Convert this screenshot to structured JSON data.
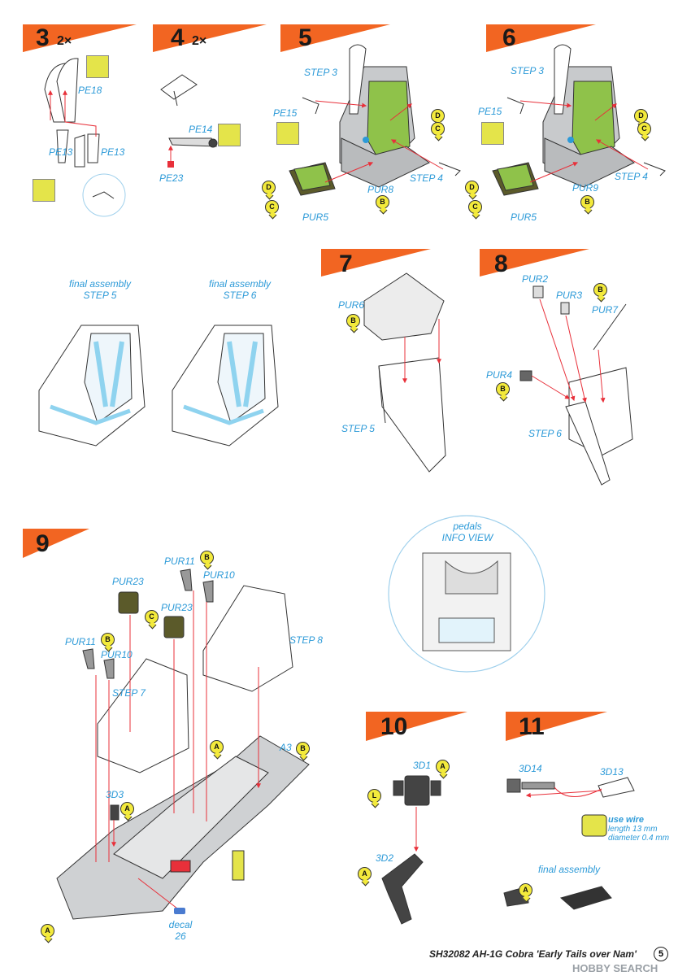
{
  "steps": {
    "s3": {
      "number": "3",
      "mult": "2×"
    },
    "s4": {
      "number": "4",
      "mult": "2×"
    },
    "s5": {
      "number": "5"
    },
    "s6": {
      "number": "6"
    },
    "s7": {
      "number": "7"
    },
    "s8": {
      "number": "8"
    },
    "s9": {
      "number": "9"
    },
    "s10": {
      "number": "10"
    },
    "s11": {
      "number": "11"
    }
  },
  "labels": {
    "pe18": "PE18",
    "pe13a": "PE13",
    "pe13b": "PE13",
    "pe14": "PE14",
    "pe23": "PE23",
    "s5_step3": "STEP 3",
    "s5_pe15": "PE15",
    "s5_step4": "STEP 4",
    "s5_pur8": "PUR8",
    "s5_pur5": "PUR5",
    "s6_step3": "STEP 3",
    "s6_pe15": "PE15",
    "s6_step4": "STEP 4",
    "s6_pur9": "PUR9",
    "s6_pur5": "PUR5",
    "final5_line1": "final assembly",
    "final5_line2": "STEP 5",
    "final6_line1": "final assembly",
    "final6_line2": "STEP 6",
    "s7_pur6": "PUR6",
    "s7_step5": "STEP 5",
    "s8_pur2": "PUR2",
    "s8_pur3": "PUR3",
    "s8_pur7": "PUR7",
    "s8_pur4": "PUR4",
    "s8_step6": "STEP 6",
    "pedals_line1": "pedals",
    "pedals_line2": "INFO VIEW",
    "s9_pur11a": "PUR11",
    "s9_pur10a": "PUR10",
    "s9_pur23a": "PUR23",
    "s9_pur23b": "PUR23",
    "s9_pur11b": "PUR11",
    "s9_pur10b": "PUR10",
    "s9_step7": "STEP 7",
    "s9_step8": "STEP 8",
    "s9_a3": "A3",
    "s9_3d3": "3D3",
    "s9_decal1": "decal",
    "s9_decal2": "26",
    "s10_3d1": "3D1",
    "s10_3d2": "3D2",
    "s11_3d14": "3D14",
    "s11_3d13": "3D13",
    "wire_title": "use wire",
    "wire_len": "length 13 mm",
    "wire_dia": "diameter 0.4 mm",
    "s11_final": "final assembly"
  },
  "badges": {
    "D": "D",
    "C": "C",
    "B": "B",
    "A": "A",
    "L": "L"
  },
  "footer": {
    "title": "SH32082  AH-1G Cobra 'Early Tails over Nam'",
    "page": "5",
    "watermark": "HOBBY SEARCH"
  },
  "colors": {
    "step_flag": "#f26522",
    "label_blue": "#2c9ad8",
    "arrow_red": "#e8303a",
    "seat_green": "#8fc24a",
    "cushion_olive": "#5b5a2a",
    "belt_blue": "#8fd3ef",
    "gray_part": "#cfd1d3"
  }
}
